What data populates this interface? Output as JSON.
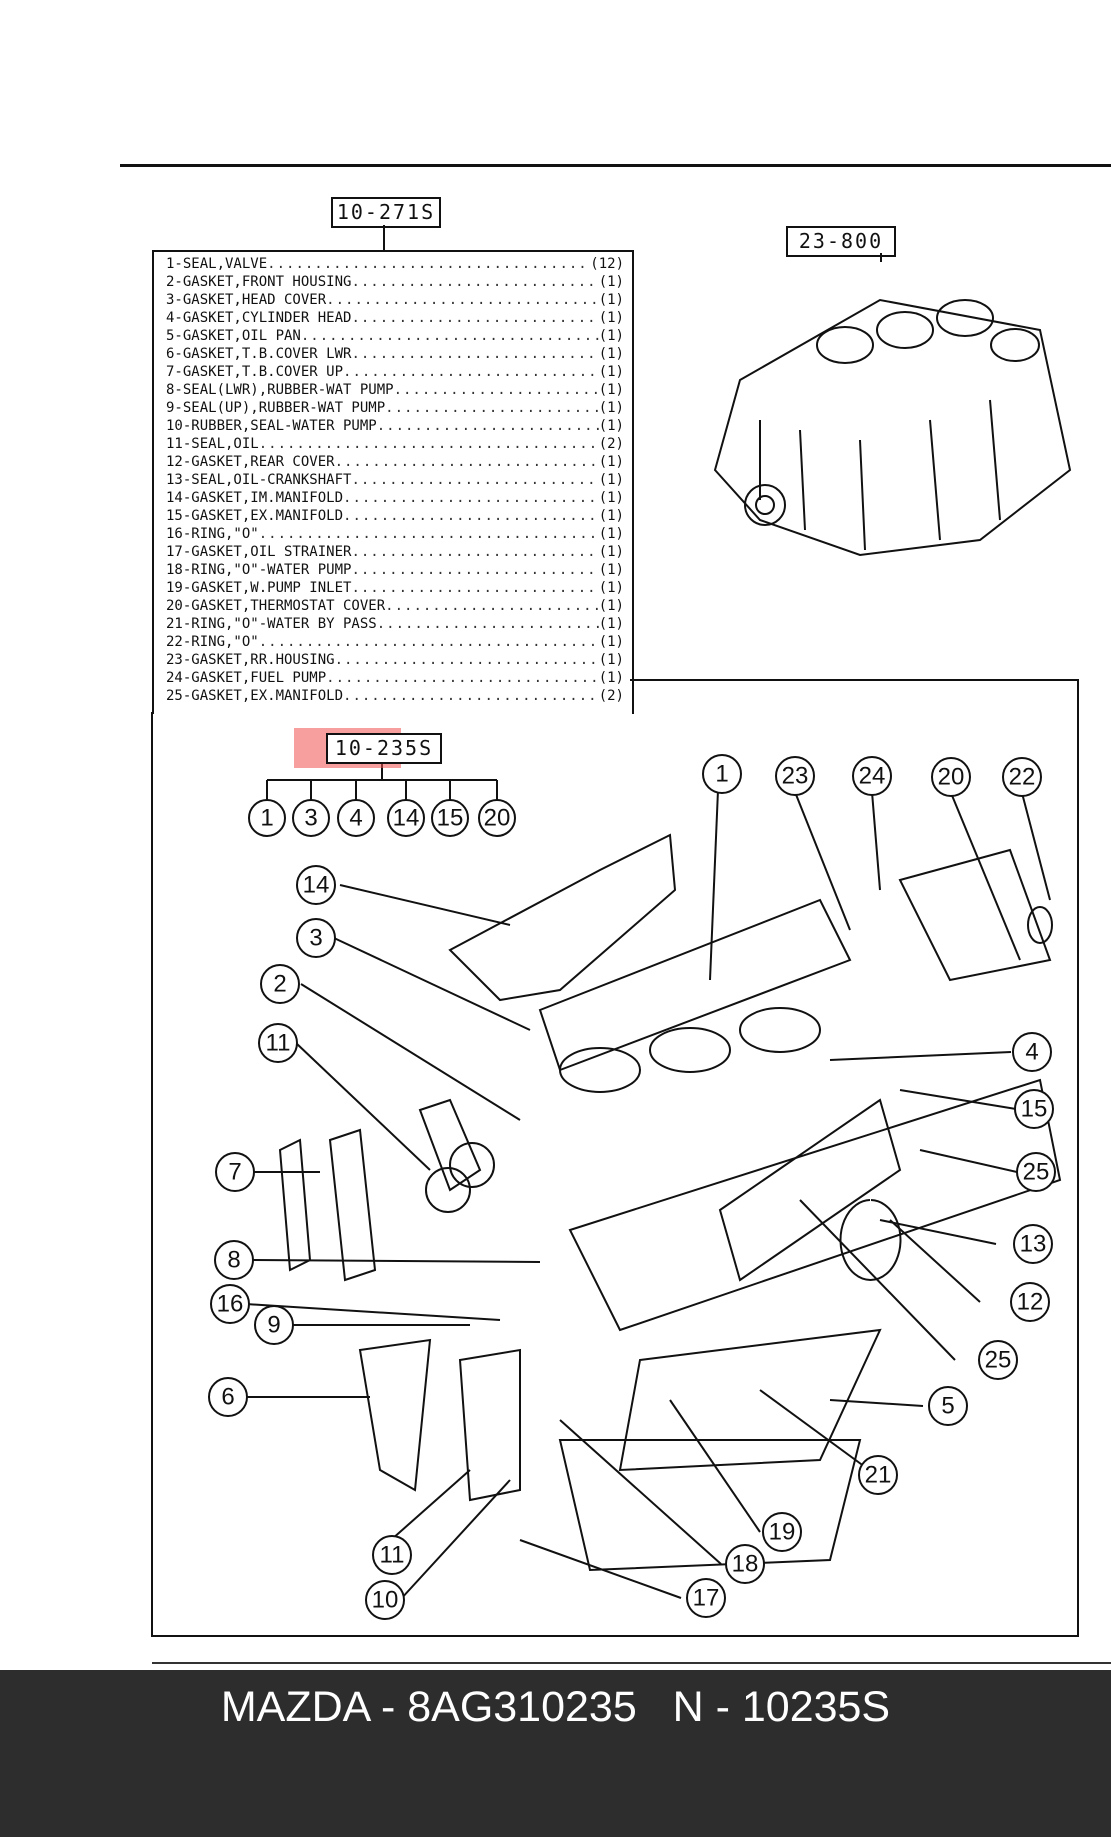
{
  "kit_a": {
    "label": "10-271S"
  },
  "block_ref": {
    "label": "23-800"
  },
  "kit_b": {
    "label": "10-235S",
    "includes": [
      "1",
      "3",
      "4",
      "14",
      "15",
      "20"
    ]
  },
  "parts": [
    {
      "name": "1-SEAL,VALVE",
      "qty": "(12)"
    },
    {
      "name": "2-GASKET,FRONT HOUSING",
      "qty": "(1)"
    },
    {
      "name": "3-GASKET,HEAD COVER",
      "qty": "(1)"
    },
    {
      "name": "4-GASKET,CYLINDER HEAD",
      "qty": "(1)"
    },
    {
      "name": "5-GASKET,OIL PAN",
      "qty": "(1)"
    },
    {
      "name": "6-GASKET,T.B.COVER LWR",
      "qty": "(1)"
    },
    {
      "name": "7-GASKET,T.B.COVER UP",
      "qty": "(1)"
    },
    {
      "name": "8-SEAL(LWR),RUBBER-WAT PUMP",
      "qty": "(1)"
    },
    {
      "name": "9-SEAL(UP),RUBBER-WAT PUMP",
      "qty": "(1)"
    },
    {
      "name": "10-RUBBER,SEAL-WATER PUMP",
      "qty": "(1)"
    },
    {
      "name": "11-SEAL,OIL",
      "qty": "(2)"
    },
    {
      "name": "12-GASKET,REAR COVER",
      "qty": "(1)"
    },
    {
      "name": "13-SEAL,OIL-CRANKSHAFT",
      "qty": "(1)"
    },
    {
      "name": "14-GASKET,IM.MANIFOLD",
      "qty": "(1)"
    },
    {
      "name": "15-GASKET,EX.MANIFOLD",
      "qty": "(1)"
    },
    {
      "name": "16-RING,\"O\"",
      "qty": "(1)"
    },
    {
      "name": "17-GASKET,OIL STRAINER",
      "qty": "(1)"
    },
    {
      "name": "18-RING,\"O\"-WATER PUMP",
      "qty": "(1)"
    },
    {
      "name": "19-GASKET,W.PUMP INLET",
      "qty": "(1)"
    },
    {
      "name": "20-GASKET,THERMOSTAT COVER",
      "qty": "(1)"
    },
    {
      "name": "21-RING,\"O\"-WATER BY PASS",
      "qty": "(1)"
    },
    {
      "name": "22-RING,\"O\"",
      "qty": "(1)"
    },
    {
      "name": "23-GASKET,RR.HOUSING",
      "qty": "(1)"
    },
    {
      "name": "24-GASKET,FUEL PUMP",
      "qty": "(1)"
    },
    {
      "name": "25-GASKET,EX.MANIFOLD",
      "qty": "(2)"
    }
  ],
  "callouts": [
    "1",
    "23",
    "24",
    "20",
    "22",
    "14",
    "3",
    "2",
    "11",
    "4",
    "15",
    "7",
    "25",
    "13",
    "8",
    "12",
    "16",
    "9",
    "25",
    "6",
    "5",
    "21",
    "19",
    "11",
    "18",
    "10",
    "17"
  ],
  "footer": {
    "brand": "MAZDA",
    "part_number": "8AG310235",
    "ref": "N - 10235S"
  }
}
